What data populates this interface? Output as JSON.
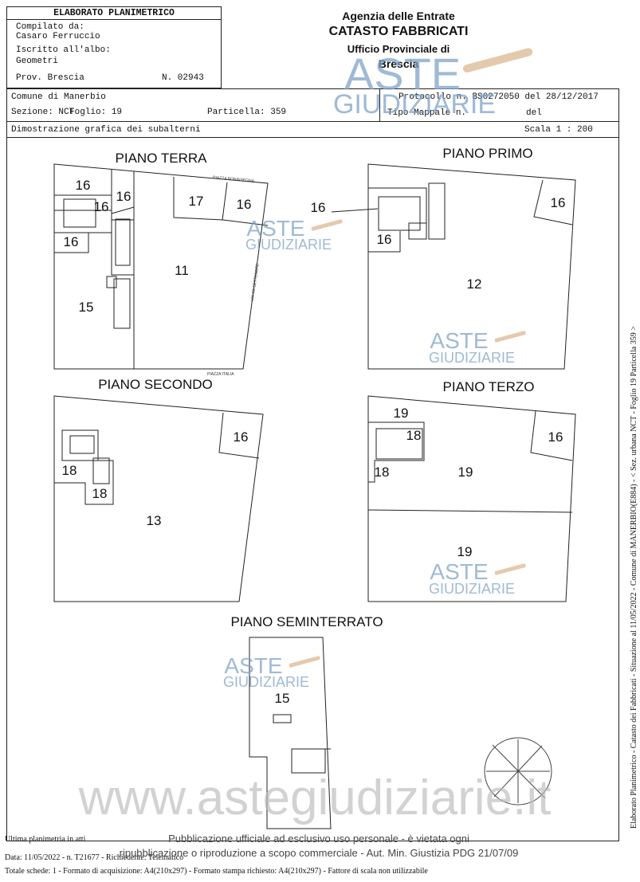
{
  "header": {
    "title": "ELABORATO PLANIMETRICO",
    "compilato_label": "Compilato da:",
    "compilato_name": "Casaro Ferruccio",
    "iscritto_label": "Iscritto all'albo:",
    "iscritto_value": "Geometri",
    "prov": "Prov. Brescia",
    "numero": "N. 02943",
    "agency": "Agenzia delle Entrate",
    "catasto": "CATASTO FABBRICATI",
    "ufficio": "Ufficio Provinciale di",
    "city": "Brescia"
  },
  "info": {
    "comune": "Comune di Manerbio",
    "sezione": "Sezione: NCT",
    "foglio": "Foglio: 19",
    "particella": "Particella: 359",
    "protocollo": "Protocollo n. BS0272050 del 28/12/2017",
    "tipo_mappale": "Tipo Mappale n.",
    "tipo_del": "del",
    "dimostrazione": "Dimostrazione grafica dei subalterni",
    "scala": "Scala 1 : 200"
  },
  "plans": {
    "terra": {
      "title": "PIANO TERRA",
      "labels": [
        "16",
        "16",
        "16",
        "16",
        "17",
        "16",
        "11",
        "15"
      ],
      "street_top": "PIAZZA BONINSEGNA",
      "street_right": "VIA XX SETTEMBRE",
      "street_bottom": "PIAZZA ITALIA"
    },
    "primo": {
      "title": "PIANO PRIMO",
      "labels": [
        "16",
        "16",
        "16",
        "12"
      ]
    },
    "secondo": {
      "title": "PIANO SECONDO",
      "labels": [
        "16",
        "18",
        "18",
        "13"
      ]
    },
    "terzo": {
      "title": "PIANO TERZO",
      "labels": [
        "19",
        "18",
        "16",
        "18",
        "19",
        "19"
      ]
    },
    "seminterrato": {
      "title": "PIANO SEMINTERRATO",
      "labels": [
        "15"
      ]
    }
  },
  "watermark": {
    "logo_top": "ASTE",
    "logo_bottom": "GIUDIZIARIE",
    "url": "www.astegiudiziarie.it"
  },
  "side_text": "Elaborato Planimetrico - Catasto dei Fabbricati - Situazione al 11/05/2022 - Comune di MANERBIO(E884) - < Sez. urbana NCT - Foglio 19 Particella 359 >",
  "footer": {
    "ultima": "Ultima planimetria in atti",
    "data": "Data: 11/05/2022 - n. T21677 - Richiedente: Telematico",
    "totale": "Totale schede: 1 - Formato di acquisizione: A4(210x297)  - Formato stampa richiesto: A4(210x297) - Fattore di scala non utilizzabile",
    "notice_1": "Pubblicazione ufficiale ad esclusivo uso personale - è vietata ogni",
    "notice_2": "ripubblicazione o riproduzione a scopo commerciale - Aut. Min. Giustizia PDG 21/07/09"
  },
  "colors": {
    "watermark_blue": "#7fa3c8",
    "gavel": "#d9b48a",
    "line": "#222222"
  }
}
